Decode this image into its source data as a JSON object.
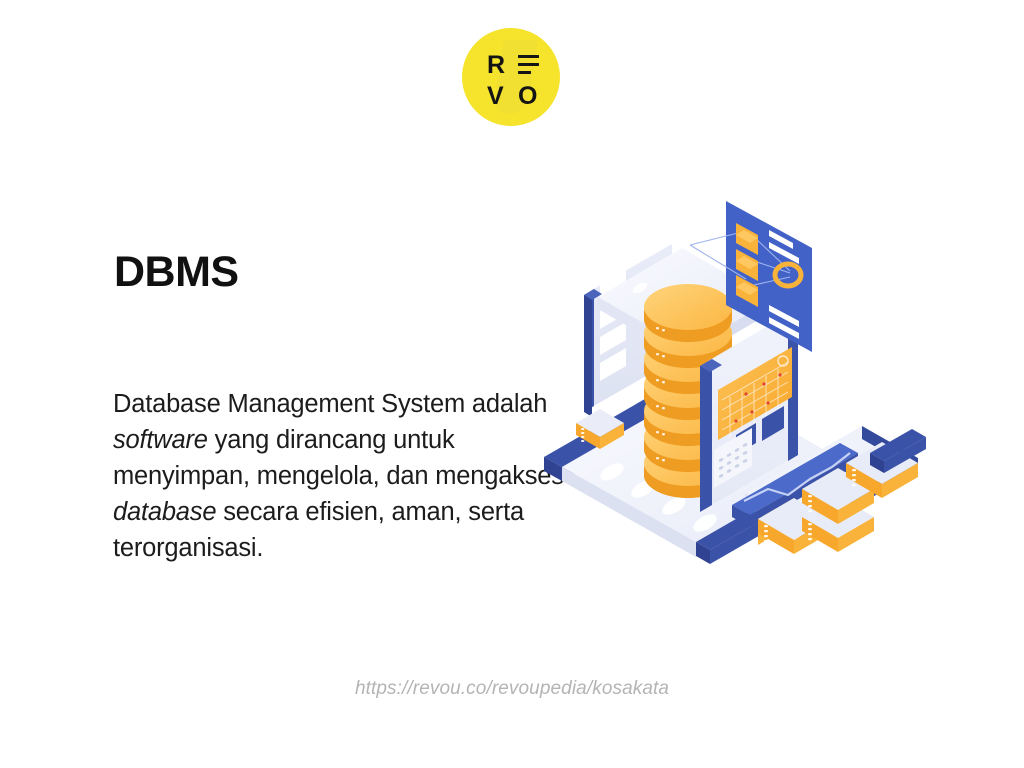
{
  "brand": {
    "logo_name": "revou-logo",
    "logo_letters": {
      "r": "R",
      "v": "V",
      "o": "O"
    },
    "logo_bg_color": "#F5E42B",
    "logo_text_color": "#141414"
  },
  "slide": {
    "background_color": "#FFFFFF",
    "title": "DBMS",
    "body_segments": [
      {
        "text": "Database Management System adalah ",
        "style": "normal"
      },
      {
        "text": "software",
        "style": "italic"
      },
      {
        "text": " yang dirancang untuk menyimpan, mengelola, dan mengakses ",
        "style": "normal"
      },
      {
        "text": "database",
        "style": "italic"
      },
      {
        "text": " secara efisien, aman, serta terorganisasi.",
        "style": "normal"
      }
    ],
    "body_full_text": "Database Management System adalah software yang dirancang untuk menyimpan, mengelola, dan mengakses database secara efisien, aman, serta terorganisasi.",
    "footer_url": "https://revou.co/revoupedia/kosakata"
  },
  "illustration": {
    "name": "isometric-database-server-illustration",
    "palette": {
      "blue_dark": "#3A52A8",
      "blue_mid": "#4262C8",
      "blue_light": "#5B7BE0",
      "yellow": "#FAB33A",
      "yellow_light": "#FDC65C",
      "panel_white": "#FFFFFF",
      "surface_light": "#EEF0FA",
      "surface_mid": "#E2E6F5",
      "surface_shadow": "#D6DBEF"
    },
    "elements": [
      "platform-base",
      "server-frame",
      "database-cylinder-stack",
      "circuit-panel",
      "schema-card",
      "storage-boxes",
      "chart-line-ramp"
    ],
    "database_disc_count": 8,
    "schema_card_nodes": 3,
    "storage_box_count": 3
  }
}
